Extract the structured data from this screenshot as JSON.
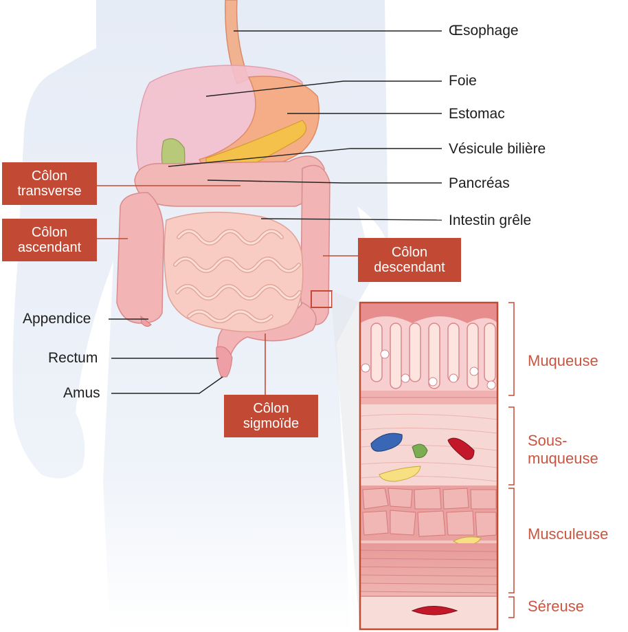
{
  "labels": {
    "oesophage": "Œsophage",
    "foie": "Foie",
    "estomac": "Estomac",
    "vesicule": "Vésicule bilière",
    "pancreas": "Pancréas",
    "intestin": "Intestin grêle",
    "appendice": "Appendice",
    "rectum": "Rectum",
    "anus": "Amus"
  },
  "boxes": {
    "transverse": [
      "Côlon",
      "transverse"
    ],
    "ascendant": [
      "Côlon",
      "ascendant"
    ],
    "descendant": [
      "Côlon",
      "descendant"
    ],
    "sigmoide": [
      "Côlon",
      "sigmoïde"
    ]
  },
  "layers": {
    "muqueuse": "Muqueuse",
    "sous_muqueuse": [
      "Sous-",
      "muqueuse"
    ],
    "musculeuse": "Musculeuse",
    "sereuse": "Séreuse"
  },
  "colors": {
    "label_box": "#c24a35",
    "layer_text": "#c8553f",
    "body": "#e7edf6"
  }
}
